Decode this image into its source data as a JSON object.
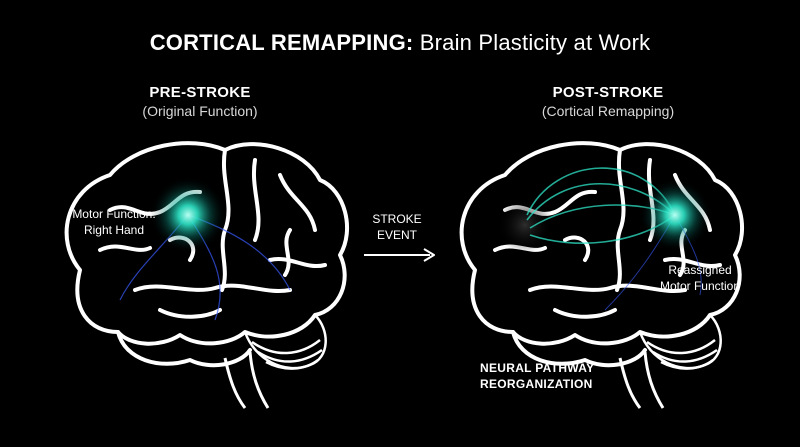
{
  "title": {
    "bold": "CORTICAL REMAPPING:",
    "light": "Brain Plasticity at Work"
  },
  "pre_stroke": {
    "heading": "PRE-STROKE",
    "subheading": "(Original Function)",
    "label_line1": "Motor Function:",
    "label_line2": "Right Hand"
  },
  "transition": {
    "line1": "STROKE",
    "line2": "EVENT"
  },
  "post_stroke": {
    "heading": "POST-STROKE",
    "subheading": "(Cortical Remapping)",
    "label_line1": "Reassigned",
    "label_line2": "Motor Function"
  },
  "pathway": {
    "line1": "NEURAL PATHWAY",
    "line2": "REORGANIZATION"
  },
  "colors": {
    "background": "#000000",
    "outline": "#ffffff",
    "glow": "#2ee6c8",
    "pathway": "#3a5cff"
  }
}
